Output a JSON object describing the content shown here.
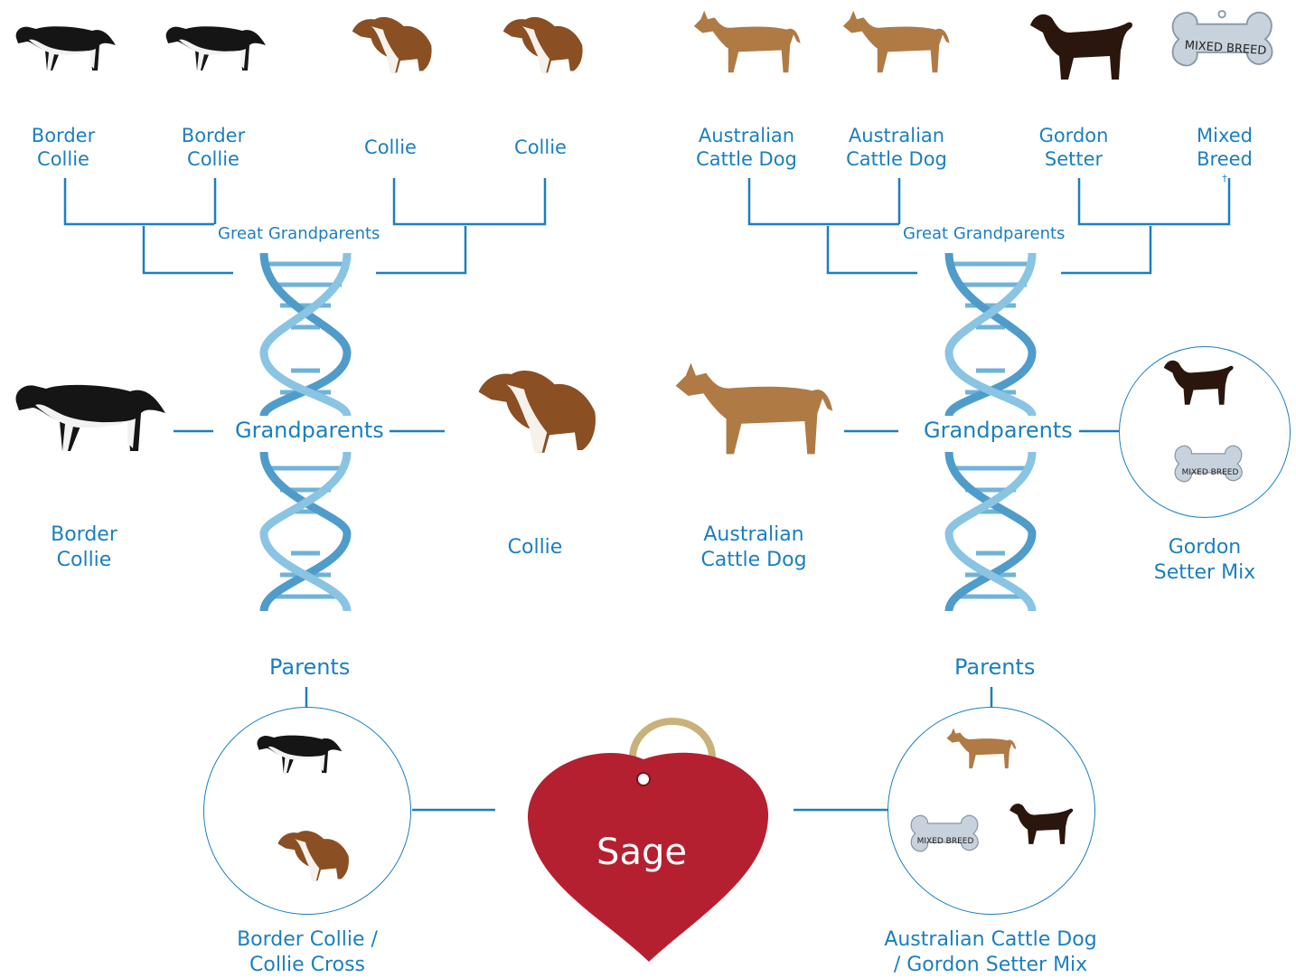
{
  "colors": {
    "accent": "#1a7fc0",
    "helix": "#6fb3d8",
    "heart": "#b52030",
    "tag": "#b8c4cf"
  },
  "great_grandparents": {
    "label_left": "Great Grandparents",
    "label_right": "Great Grandparents",
    "dogs": [
      {
        "line1": "Border",
        "line2": "Collie",
        "icon": "border-collie-icon"
      },
      {
        "line1": "Border",
        "line2": "Collie",
        "icon": "border-collie-icon"
      },
      {
        "line1": "Collie",
        "line2": "",
        "icon": "collie-icon"
      },
      {
        "line1": "Collie",
        "line2": "",
        "icon": "collie-icon"
      },
      {
        "line1": "Australian",
        "line2": "Cattle Dog",
        "icon": "cattle-dog-icon"
      },
      {
        "line1": "Australian",
        "line2": "Cattle Dog",
        "icon": "cattle-dog-icon"
      },
      {
        "line1": "Gordon",
        "line2": "Setter",
        "icon": "gordon-setter-icon"
      },
      {
        "line1": "Mixed",
        "line2": "Breed",
        "sup": "†",
        "icon": "mixed-breed-tag-icon"
      }
    ]
  },
  "grandparents": {
    "label_left": "Grandparents",
    "label_right": "Grandparents",
    "dogs": [
      {
        "line1": "Border",
        "line2": "Collie"
      },
      {
        "line1": "Collie",
        "line2": ""
      },
      {
        "line1": "Australian",
        "line2": "Cattle Dog"
      },
      {
        "line1": "Gordon",
        "line2": "Setter Mix"
      }
    ]
  },
  "parents": {
    "label_left": "Parents",
    "label_right": "Parents",
    "left": {
      "line1": "Border Collie /",
      "line2": "Collie Cross"
    },
    "right": {
      "line1": "Australian Cattle Dog",
      "line2": "/ Gordon Setter Mix"
    }
  },
  "tag_text": "MIXED BREED",
  "dog_name": "Sage"
}
